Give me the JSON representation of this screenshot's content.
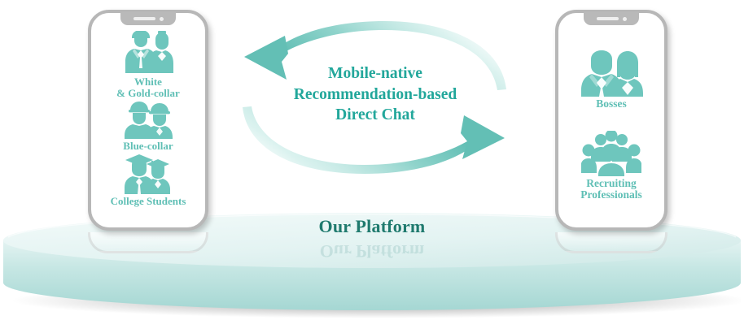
{
  "center": {
    "line1": "Mobile-native",
    "line2": "Recommendation-based",
    "line3": "Direct Chat",
    "accent_color": "#22a79b"
  },
  "platform": {
    "label": "Our Platform",
    "label_color": "#1f7a6e",
    "top_color": "#e8f5f4",
    "side_color": "#a9d9d6"
  },
  "phones": [
    {
      "side": "left",
      "personas": [
        {
          "label": "White\n& Gold-collar",
          "icon": "two-professionals-icon"
        },
        {
          "label": "Blue-collar",
          "icon": "two-hardhat-workers-icon"
        },
        {
          "label": "College Students",
          "icon": "two-graduates-icon"
        }
      ]
    },
    {
      "side": "right",
      "personas": [
        {
          "label": "Bosses",
          "icon": "two-executives-icon"
        },
        {
          "label": "Recruiting\nProfessionals",
          "icon": "people-group-icon"
        }
      ]
    }
  ],
  "arrows": {
    "top": "arrow-right-to-left",
    "bottom": "arrow-left-to-right",
    "color": "#7ecac2"
  },
  "icon_color": "#6ec6bd"
}
